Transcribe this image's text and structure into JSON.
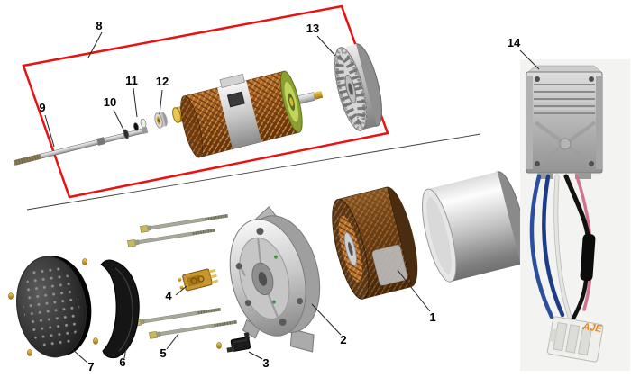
{
  "background": "#ffffff",
  "callout_color": "#e81212",
  "labels": [
    "1",
    "2",
    "3",
    "4",
    "5",
    "6",
    "7",
    "8",
    "9",
    "10",
    "11",
    "12",
    "13",
    "14"
  ],
  "watermark": "AJE"
}
